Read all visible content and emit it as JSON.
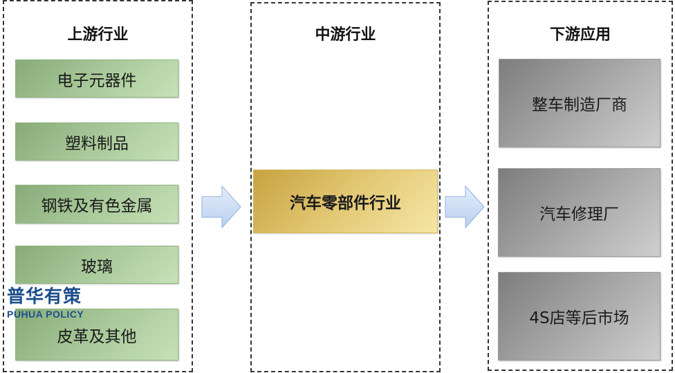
{
  "upstream": {
    "title": "上游行业",
    "items": [
      "电子元器件",
      "塑料制品",
      "钢铁及有色金属",
      "玻璃",
      "皮革及其他"
    ]
  },
  "midstream": {
    "title": "中游行业",
    "core": "汽车零部件行业"
  },
  "downstream": {
    "title": "下游应用",
    "items": [
      "整车制造厂商",
      "汽车修理厂",
      "4S店等后市场"
    ]
  },
  "watermark": {
    "cn": "普华有策",
    "en": "PUHUA POLICY"
  },
  "colors": {
    "upstream_box": "#a9c99a",
    "downstream_box": "#a6a6a6",
    "core_box": "#e3c874",
    "arrow": "#cfe0f7",
    "watermark": "#1c4e8c"
  }
}
